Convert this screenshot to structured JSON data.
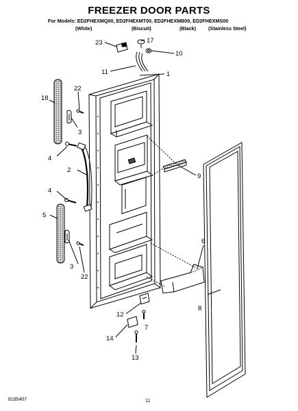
{
  "header": {
    "title": "FREEZER DOOR PARTS",
    "models_line": "For Models: ED2FHEXMQ00, ED2FHEXMT00, ED2FHEXMB00, ED2FHEXMS00",
    "variants": [
      "(White)",
      "(Biscuit)",
      "(Black)",
      "(Stainless Steel)"
    ]
  },
  "callouts": [
    "1",
    "2",
    "3",
    "3",
    "4",
    "4",
    "5",
    "6",
    "7",
    "8",
    "9",
    "10",
    "11",
    "12",
    "13",
    "14",
    "17",
    "18",
    "22",
    "22",
    "23"
  ],
  "footer": {
    "doc_number": "8195407",
    "page_number": "11"
  }
}
